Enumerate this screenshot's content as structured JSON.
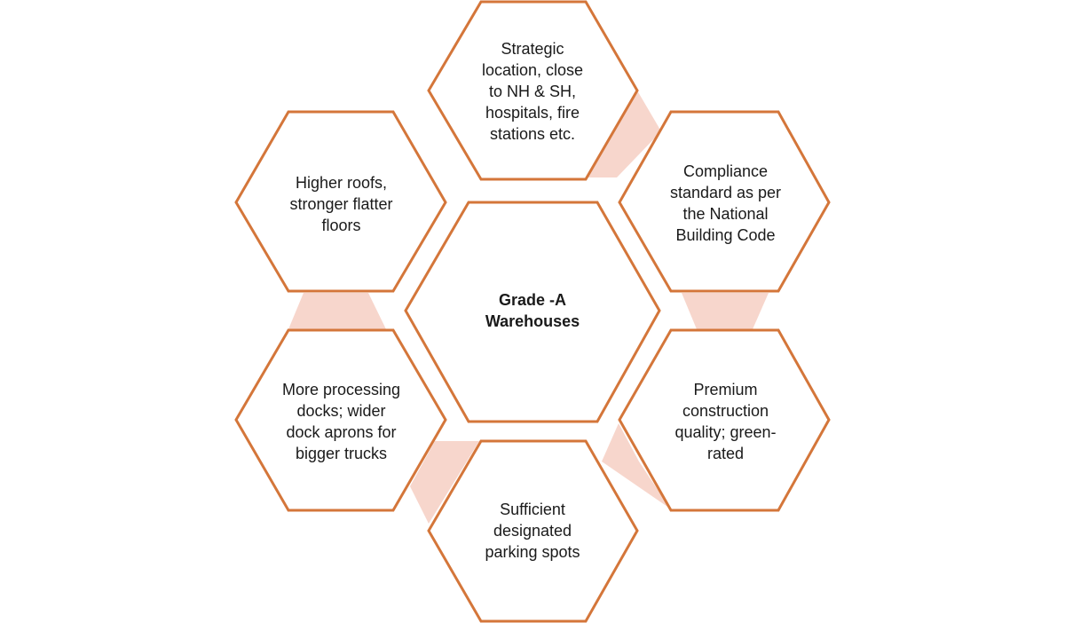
{
  "diagram": {
    "center": {
      "label": "Grade -A\nWarehouses"
    },
    "cells": [
      {
        "id": "location",
        "label": "Strategic\nlocation, close\nto NH & SH,\nhospitals, fire\nstations etc."
      },
      {
        "id": "compliance",
        "label": "Compliance\nstandard as per\nthe National\nBuilding Code"
      },
      {
        "id": "construction",
        "label": "Premium\nconstruction\nquality; green-\nrated"
      },
      {
        "id": "parking",
        "label": "Sufficient\ndesignated\nparking spots"
      },
      {
        "id": "docks",
        "label": "More processing\ndocks; wider\ndock aprons for\nbigger trucks"
      },
      {
        "id": "roofs",
        "label": "Higher roofs,\nstronger flatter\nfloors"
      }
    ],
    "colors": {
      "outline": "#d4763a",
      "connector": "#f6cfc3",
      "text": "#1a1a1a"
    }
  }
}
